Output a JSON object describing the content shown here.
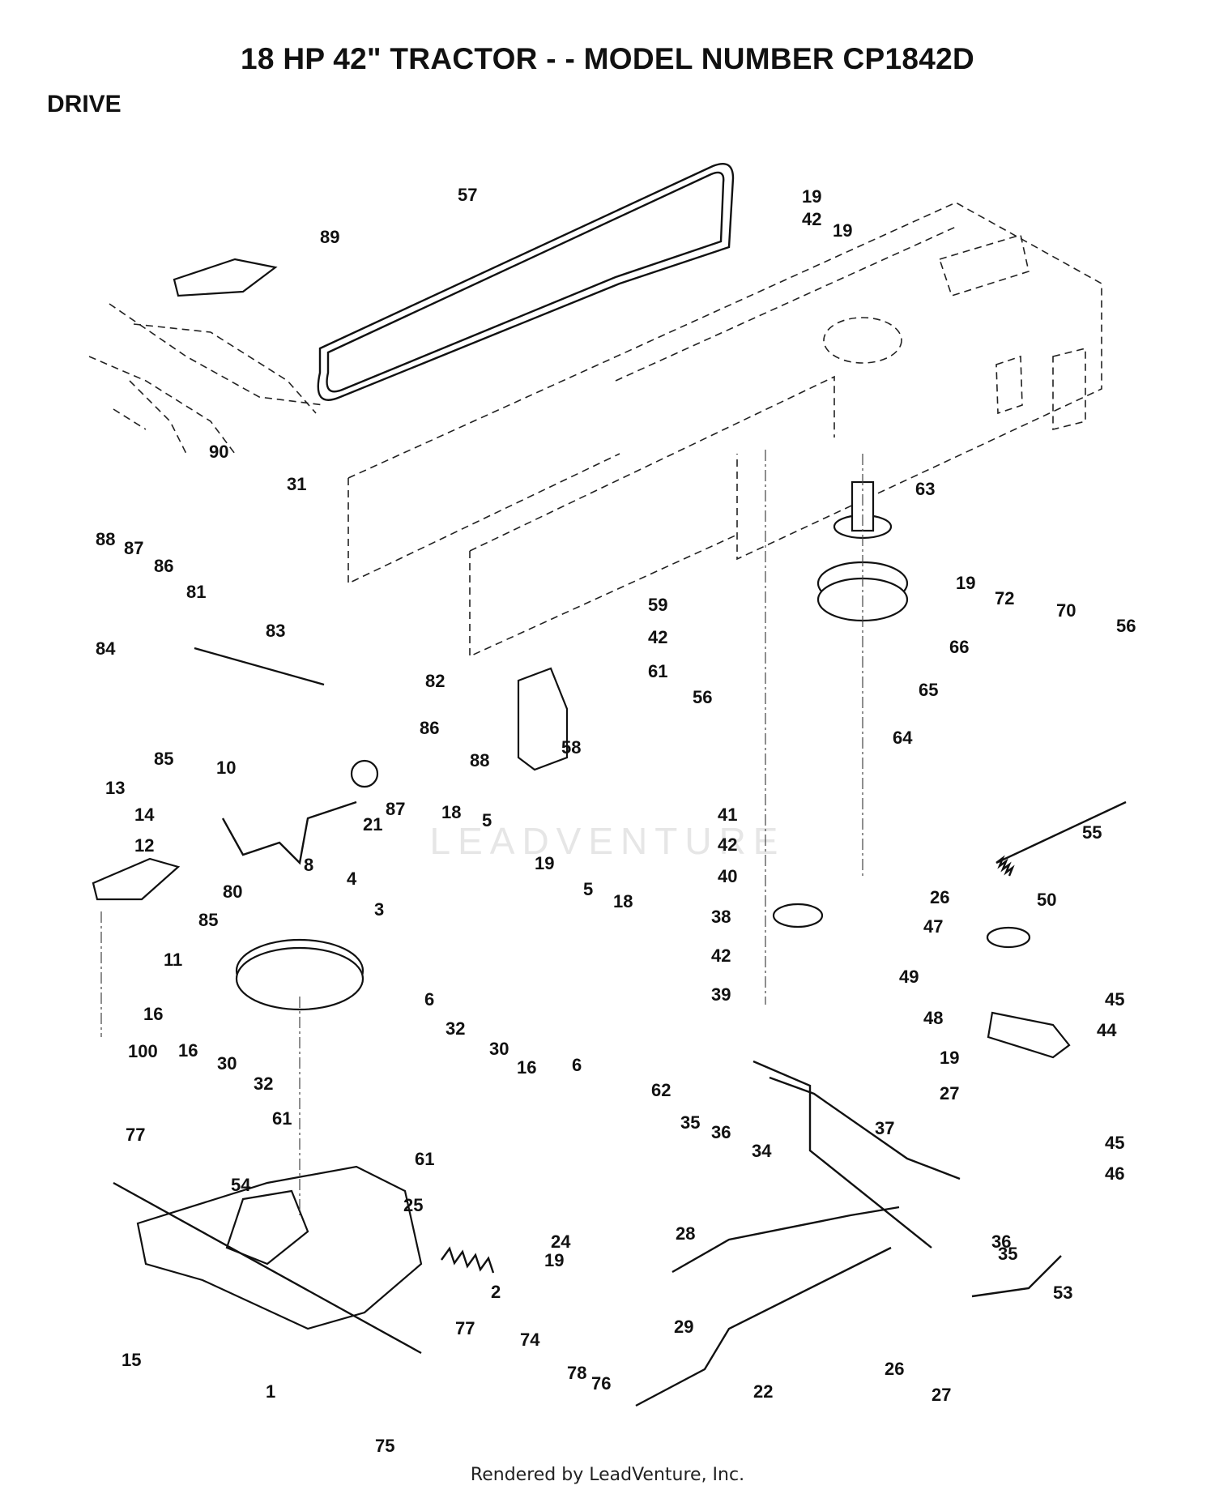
{
  "page": {
    "title": "18 HP 42\" TRACTOR - - MODEL NUMBER CP1842D",
    "section": "DRIVE",
    "footer": "Rendered by LeadVenture, Inc.",
    "watermark": "LEADVENTURE"
  },
  "callouts": [
    "57",
    "19",
    "42",
    "19",
    "89",
    "90",
    "31",
    "63",
    "19",
    "72",
    "70",
    "56",
    "88",
    "87",
    "86",
    "81",
    "83",
    "82",
    "84",
    "85",
    "86",
    "88",
    "87",
    "59",
    "42",
    "61",
    "56",
    "66",
    "65",
    "64",
    "58",
    "10",
    "13",
    "14",
    "12",
    "21",
    "8",
    "80",
    "85",
    "11",
    "18",
    "5",
    "19",
    "5",
    "18",
    "6",
    "6",
    "4",
    "3",
    "41",
    "42",
    "40",
    "38",
    "42",
    "39",
    "55",
    "26",
    "50",
    "47",
    "49",
    "48",
    "19",
    "27",
    "45",
    "44",
    "45",
    "46",
    "16",
    "100",
    "16",
    "30",
    "32",
    "61",
    "77",
    "54",
    "32",
    "30",
    "16",
    "61",
    "62",
    "35",
    "36",
    "34",
    "37",
    "25",
    "24",
    "19",
    "2",
    "28",
    "36",
    "35",
    "53",
    "29",
    "26",
    "27",
    "15",
    "1",
    "77",
    "74",
    "78",
    "76",
    "75",
    "22"
  ]
}
